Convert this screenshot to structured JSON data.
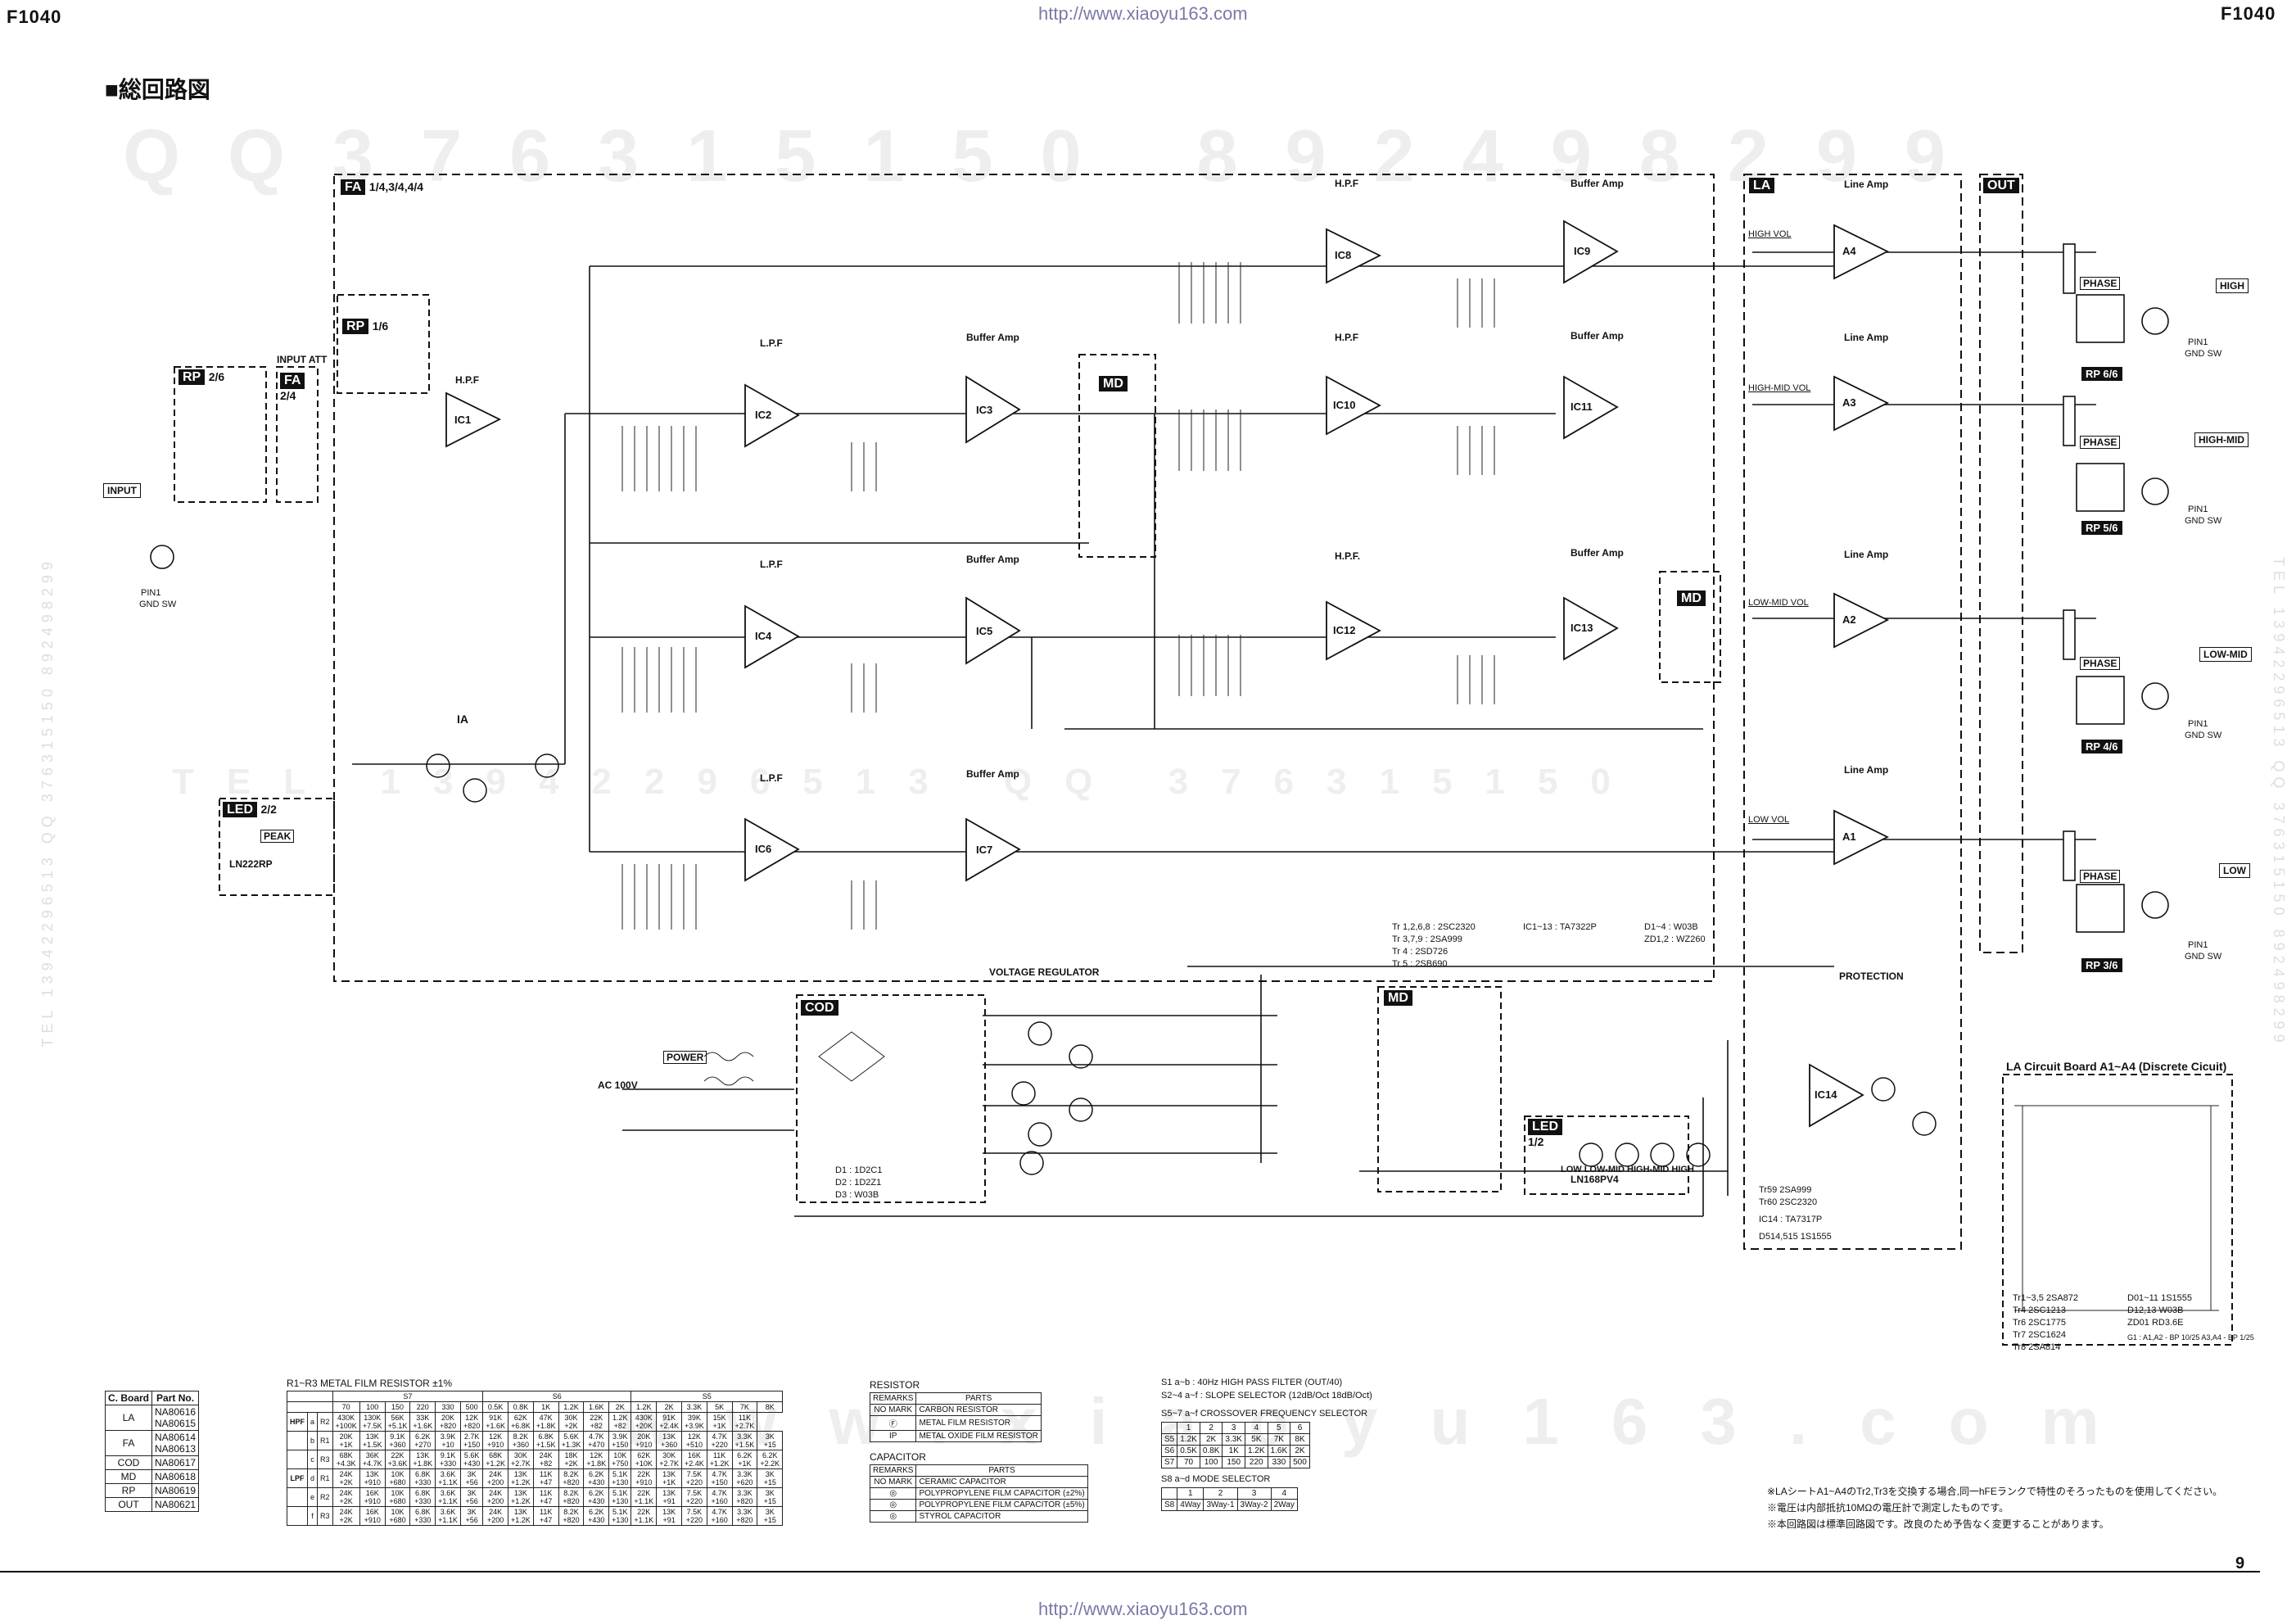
{
  "header": {
    "left": "F1040",
    "right": "F1040",
    "url_top": "http://www.xiaoyu163.com",
    "url_bottom": "http://www.xiaoyu163.com",
    "page_number": "9"
  },
  "title": "■総回路図",
  "watermark": {
    "top": "QQ376315150 892498299",
    "middle": "TEL 13942296513 QQ 376315150",
    "bottom": "www.xiaoyu163.com",
    "side_right": "TEL 13942296513 QQ 376315150 892498299",
    "side_left": "TEL 13942296513 QQ 376315150 892498299"
  },
  "blocks": {
    "fa": {
      "tag": "FA",
      "sub": "1/4,3/4,4/4"
    },
    "rp_in": {
      "tag": "RP",
      "sub": "2/6"
    },
    "fa_in": {
      "tag": "FA",
      "sub": "2/4",
      "label": "INPUT ATT"
    },
    "rp_16": {
      "tag": "RP",
      "sub": "1/6"
    },
    "led_peak": {
      "tag": "LED",
      "sub": "2/2",
      "peak": "PEAK",
      "part": "LN222RP"
    },
    "la": {
      "tag": "LA"
    },
    "out": {
      "tag": "OUT"
    },
    "md_top": {
      "tag": "MD"
    },
    "md_mid": {
      "tag": "MD"
    },
    "md_low": {
      "tag": "MD"
    },
    "cod": {
      "tag": "COD"
    },
    "led_bottom": {
      "tag": "LED",
      "sub": "1/2",
      "part": "LN168PV4",
      "leds": "LOW LOW-MID HIGH-MID HIGH"
    },
    "power": {
      "tag": "POWER"
    },
    "input_label": "INPUT",
    "pin1": "PIN1",
    "gnd_sw": "GND SW"
  },
  "stages": {
    "hpf": "H.P.F",
    "hpf2": "H.P.F.",
    "lpf": "L.P.F",
    "buffer": "Buffer Amp",
    "line_amp": "Line Amp",
    "ia": "IA",
    "voltage_regulator": "VOLTAGE REGULATOR",
    "protection": "PROTECTION",
    "phase": "PHASE"
  },
  "ics": [
    "IC1",
    "IC2",
    "IC3",
    "IC4",
    "IC5",
    "IC6",
    "IC7",
    "IC8",
    "IC9",
    "IC10",
    "IC11",
    "IC12",
    "IC13",
    "IC14",
    "A1",
    "A2",
    "A3",
    "A4"
  ],
  "outputs": [
    "HIGH",
    "HIGH-MID",
    "LOW-MID",
    "LOW"
  ],
  "vol_labels": [
    "HIGH VOL",
    "HIGH-MID VOL",
    "LOW-MID VOL",
    "LOW VOL"
  ],
  "rp_out": [
    "RP 6/6",
    "RP 5/6",
    "RP 4/6",
    "RP 3/6"
  ],
  "transistor_list": [
    "Tr 1,2,6,8 : 2SC2320",
    "Tr 3,7,9 : 2SA999",
    "Tr 4 : 2SD726",
    "Tr 5 : 2SB690"
  ],
  "ic_list": [
    "IC1~13 : TA7322P"
  ],
  "diode_list": [
    "D1~4 : W03B",
    "ZD1,2 : WZ260"
  ],
  "cod_diodes": [
    "D1 : 1D2C1",
    "D2 : 1D2Z1",
    "D3 : W03B"
  ],
  "protection_parts": [
    "Tr59 2SA999",
    "Tr60 2SC2320",
    "IC14 : TA7317P",
    "D514,515 1S1555"
  ],
  "la_board": {
    "title": "LA Circuit Board A1~A4 (Discrete Cicuit)",
    "parts": [
      "Tr1~3,5 2SA872",
      "Tr4 2SC1213",
      "Tr6 2SC1775",
      "Tr7 2SC1624",
      "Tr8 2SA814",
      "D01~11 1S1555",
      "D12,13 W03B",
      "ZD01 RD3.6E"
    ],
    "note": "G1 : A1,A2 - BP 10/25  A3,A4 - BP 1/25"
  },
  "cboard_table": {
    "headers": [
      "C. Board",
      "Part No."
    ],
    "rows": [
      [
        "LA",
        "NA80616\nNA80615"
      ],
      [
        "FA",
        "NA80614\nNA80613"
      ],
      [
        "COD",
        "NA80617"
      ],
      [
        "MD",
        "NA80618"
      ],
      [
        "RP",
        "NA80619"
      ],
      [
        "OUT",
        "NA80621"
      ]
    ]
  },
  "resistor_table": {
    "caption": "R1~R3  METAL  FILM  RESISTOR  ±1%",
    "groups": [
      "S7",
      "S6",
      "S5"
    ],
    "freqs": [
      "70",
      "100",
      "150",
      "220",
      "330",
      "500",
      "0.5K",
      "0.8K",
      "1K",
      "1.2K",
      "1.6K",
      "2K",
      "1.2K",
      "2K",
      "3.3K",
      "5K",
      "7K",
      "8K"
    ],
    "rows": [
      {
        "side": "HPF",
        "sub": "a",
        "r": "R2",
        "vals": [
          "430K\n+100K",
          "130K\n+7.5K",
          "56K\n+5.1K",
          "33K\n+1.6K",
          "20K\n+820",
          "12K\n+820",
          "91K\n+1.6K",
          "62K\n+6.8K",
          "47K\n+1.8K",
          "30K\n+2K",
          "22K\n+82",
          "1.2K\n+82",
          "430K\n+20K",
          "91K\n+2.4K",
          "39K\n+3.9K",
          "15K\n+1K",
          "11K\n+2.7K"
        ]
      },
      {
        "side": "HPF",
        "sub": "b",
        "r": "R1",
        "vals": [
          "20K\n+1K",
          "13K\n+1.5K",
          "9.1K\n+360",
          "6.2K\n+270",
          "3.9K\n+10",
          "2.7K\n+150",
          "12K\n+910",
          "8.2K\n+360",
          "6.8K\n+1.5K",
          "5.6K\n+1.3K",
          "4.7K\n+470",
          "3.9K\n+150",
          "20K\n+910",
          "13K\n+360",
          "12K\n+510",
          "4.7K\n+220",
          "3.3K\n+1.5K",
          "3K\n+15"
        ]
      },
      {
        "side": "HPF",
        "sub": "c",
        "r": "R3",
        "vals": [
          "68K\n+4.3K",
          "36K\n+4.7K",
          "22K\n+3.6K",
          "13K\n+1.8K",
          "9.1K\n+330",
          "5.6K\n+430",
          "68K\n+1.2K",
          "30K\n+2.7K",
          "24K\n+82",
          "18K\n+2K",
          "12K\n+1.8K",
          "10K\n+750",
          "62K\n+10K",
          "30K\n+2.7K",
          "16K\n+2.4K",
          "11K\n+1.2K",
          "6.2K\n+1K",
          "6.2K\n+2.2K"
        ]
      },
      {
        "side": "LPF",
        "sub": "d",
        "r": "R1",
        "vals": [
          "24K\n+2K",
          "13K\n+910",
          "10K\n+680",
          "6.8K\n+330",
          "3.6K\n+1.1K",
          "3K\n+56",
          "24K\n+200",
          "13K\n+1.2K",
          "11K\n+47",
          "8.2K\n+820",
          "6.2K\n+430",
          "5.1K\n+130",
          "22K\n+910",
          "13K\n+1K",
          "7.5K\n+220",
          "4.7K\n+150",
          "3.3K\n+620",
          "3K\n+15"
        ]
      },
      {
        "side": "LPF",
        "sub": "e",
        "r": "R2",
        "vals": [
          "24K\n+2K",
          "16K\n+910",
          "10K\n+680",
          "6.8K\n+330",
          "3.6K\n+1.1K",
          "3K\n+56",
          "24K\n+200",
          "13K\n+1.2K",
          "11K\n+47",
          "8.2K\n+820",
          "6.2K\n+430",
          "5.1K\n+130",
          "22K\n+1.1K",
          "13K\n+91",
          "7.5K\n+220",
          "4.7K\n+160",
          "3.3K\n+820",
          "3K\n+15"
        ]
      },
      {
        "side": "LPF",
        "sub": "f",
        "r": "R3",
        "vals": [
          "24K\n+2K",
          "16K\n+910",
          "10K\n+680",
          "6.8K\n+330",
          "3.6K\n+1.1K",
          "3K\n+56",
          "24K\n+200",
          "13K\n+1.2K",
          "11K\n+47",
          "8.2K\n+820",
          "6.2K\n+430",
          "5.1K\n+130",
          "22K\n+1.1K",
          "13K\n+91",
          "7.5K\n+220",
          "4.7K\n+160",
          "3.3K\n+820",
          "3K\n+15"
        ]
      }
    ]
  },
  "legend_resistor": {
    "title": "RESISTOR",
    "headers": [
      "REMARKS",
      "PARTS"
    ],
    "rows": [
      [
        "NO MARK",
        "CARBON RESISTOR"
      ],
      [
        "Ⓕ",
        "METAL FILM RESISTOR"
      ],
      [
        "IP",
        "METAL OXIDE FILM RESISTOR"
      ]
    ]
  },
  "legend_capacitor": {
    "title": "CAPACITOR",
    "headers": [
      "REMARKS",
      "PARTS"
    ],
    "rows": [
      [
        "NO MARK",
        "CERAMIC CAPACITOR"
      ],
      [
        "◎",
        "POLYPROPYLENE FILM CAPACITOR (±2%)"
      ],
      [
        "◎",
        "POLYPROPYLENE FILM CAPACITOR (±5%)"
      ],
      [
        "◎",
        "STYROL CAPACITOR"
      ]
    ]
  },
  "switch_notes": {
    "s1": "S1 a~b   : 40Hz HIGH PASS FILTER (OUT/40)",
    "s2": "S2~4 a~f  : SLOPE SELECTOR (12dB/Oct  18dB/Oct)",
    "s57_caption": "S5~7 a~f  CROSSOVER FREQUENCY SELECTOR",
    "s57_head": [
      "",
      "1",
      "2",
      "3",
      "4",
      "5",
      "6"
    ],
    "s57_rows": [
      [
        "S5",
        "1.2K",
        "2K",
        "3.3K",
        "5K",
        "7K",
        "8K"
      ],
      [
        "S6",
        "0.5K",
        "0.8K",
        "1K",
        "1.2K",
        "1.6K",
        "2K"
      ],
      [
        "S7",
        "70",
        "100",
        "150",
        "220",
        "330",
        "500"
      ]
    ],
    "s8_caption": "S8 a~d      MODE SELECTOR",
    "s8_head": [
      "",
      "1",
      "2",
      "3",
      "4"
    ],
    "s8_row": [
      "S8",
      "4Way",
      "3Way-1",
      "3Way-2",
      "2Way"
    ]
  },
  "footnotes": [
    "※LAシートA1~A4のTr2,Tr3を交換する場合,同一hFEランクで特性のそろったものを使用してください。",
    "※電圧は内部抵抗10MΩの電圧計で測定したものです。",
    "※本回路図は標準回路図です。改良のため予告なく変更することがあります。"
  ],
  "power_in": "AC 100V"
}
